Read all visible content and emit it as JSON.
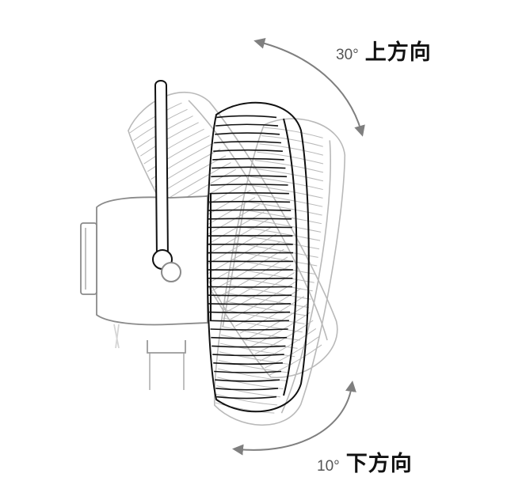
{
  "annotations": {
    "up": {
      "angle": "30°",
      "direction": "上方向"
    },
    "down": {
      "angle": "10°",
      "direction": "下方向"
    }
  },
  "colors": {
    "arrow": "#7f7f7f",
    "outline_main": "#111111",
    "outline_ghost": "#b9b9b9",
    "text_angle": "#555555",
    "text_direction": "#111111"
  },
  "icons": {
    "upper_arrow": "curved-arrow-icon",
    "lower_arrow": "curved-arrow-icon"
  }
}
